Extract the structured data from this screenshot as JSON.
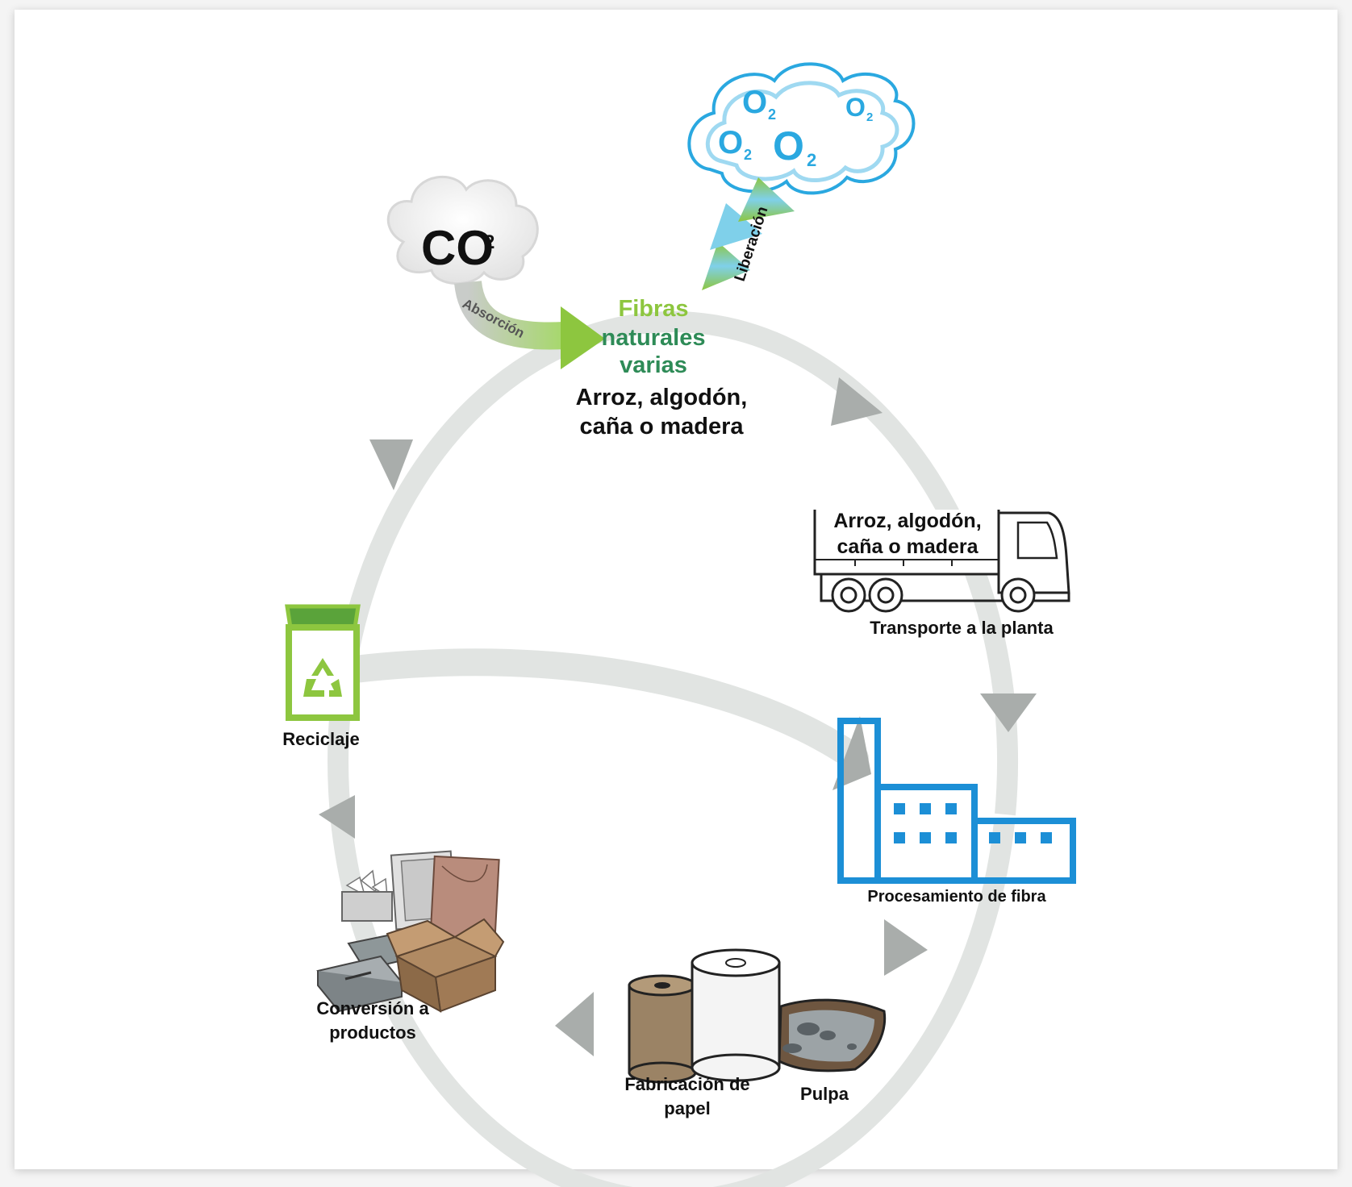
{
  "clouds": {
    "co2": "CO",
    "co2_sub": "2",
    "o2_items": [
      {
        "base": "O",
        "sub": "2"
      },
      {
        "base": "O",
        "sub": "2"
      },
      {
        "base": "O",
        "sub": "2"
      },
      {
        "base": "O",
        "sub": "2"
      }
    ]
  },
  "labels": {
    "absorcion": "Absorción",
    "liberacion": "Liberación",
    "fibras_line1": "Fibras",
    "fibras_line2": "naturales",
    "fibras_line3": "varias",
    "source_line1": "Arroz, algodón,",
    "source_line2": "caña o madera",
    "truck_line1": "Arroz, algodón,",
    "truck_line2": "caña o madera",
    "transporte": "Transporte a la planta",
    "procesamiento": "Procesamiento de fibra",
    "fabricacion_line1": "Fabricación de",
    "fabricacion_line2": "papel",
    "pulpa": "Pulpa",
    "conversion_line1": "Conversión a",
    "conversion_line2": "productos",
    "reciclaje": "Reciclaje"
  },
  "colors": {
    "cycle_arrow": "#dfe3e0",
    "arrow_head": "#a9adab",
    "green_light": "#8dc63f",
    "green_dark": "#2e8b57",
    "blue": "#1c8fd6",
    "cloud_blue": "#2aa8e0"
  }
}
